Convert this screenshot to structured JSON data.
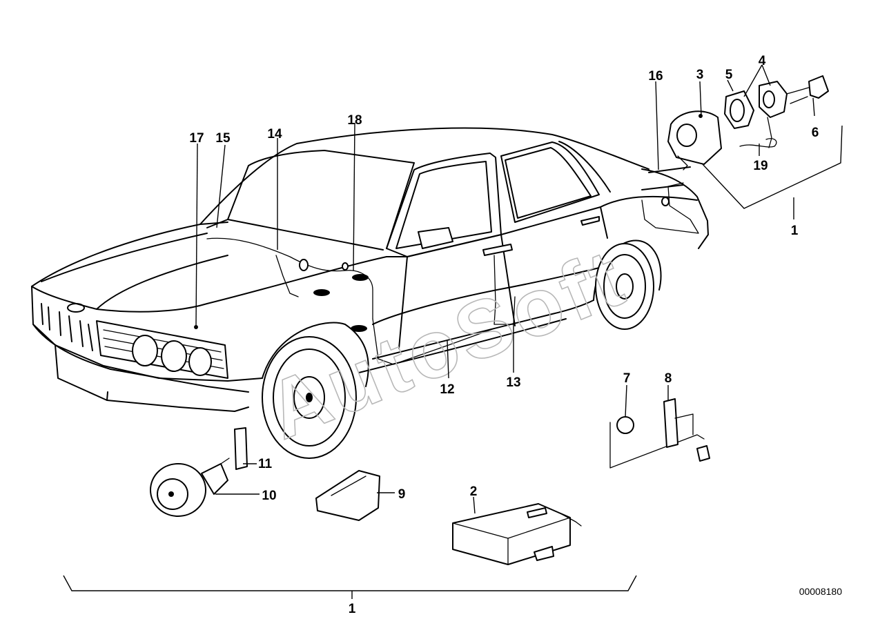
{
  "watermark": "AutoSoft",
  "doc_number": "00008180",
  "callouts": {
    "c1_bottom": "1",
    "c1_right": "1",
    "c2": "2",
    "c3": "3",
    "c4": "4",
    "c5": "5",
    "c6": "6",
    "c7": "7",
    "c8": "8",
    "c9": "9",
    "c10": "10",
    "c11": "11",
    "c12": "12",
    "c13": "13",
    "c14": "14",
    "c15": "15",
    "c16": "16",
    "c17": "17",
    "c18": "18",
    "c19": "19"
  },
  "line_color": "#000000",
  "watermark_color": "#b8b8b8",
  "background_color": "#ffffff"
}
